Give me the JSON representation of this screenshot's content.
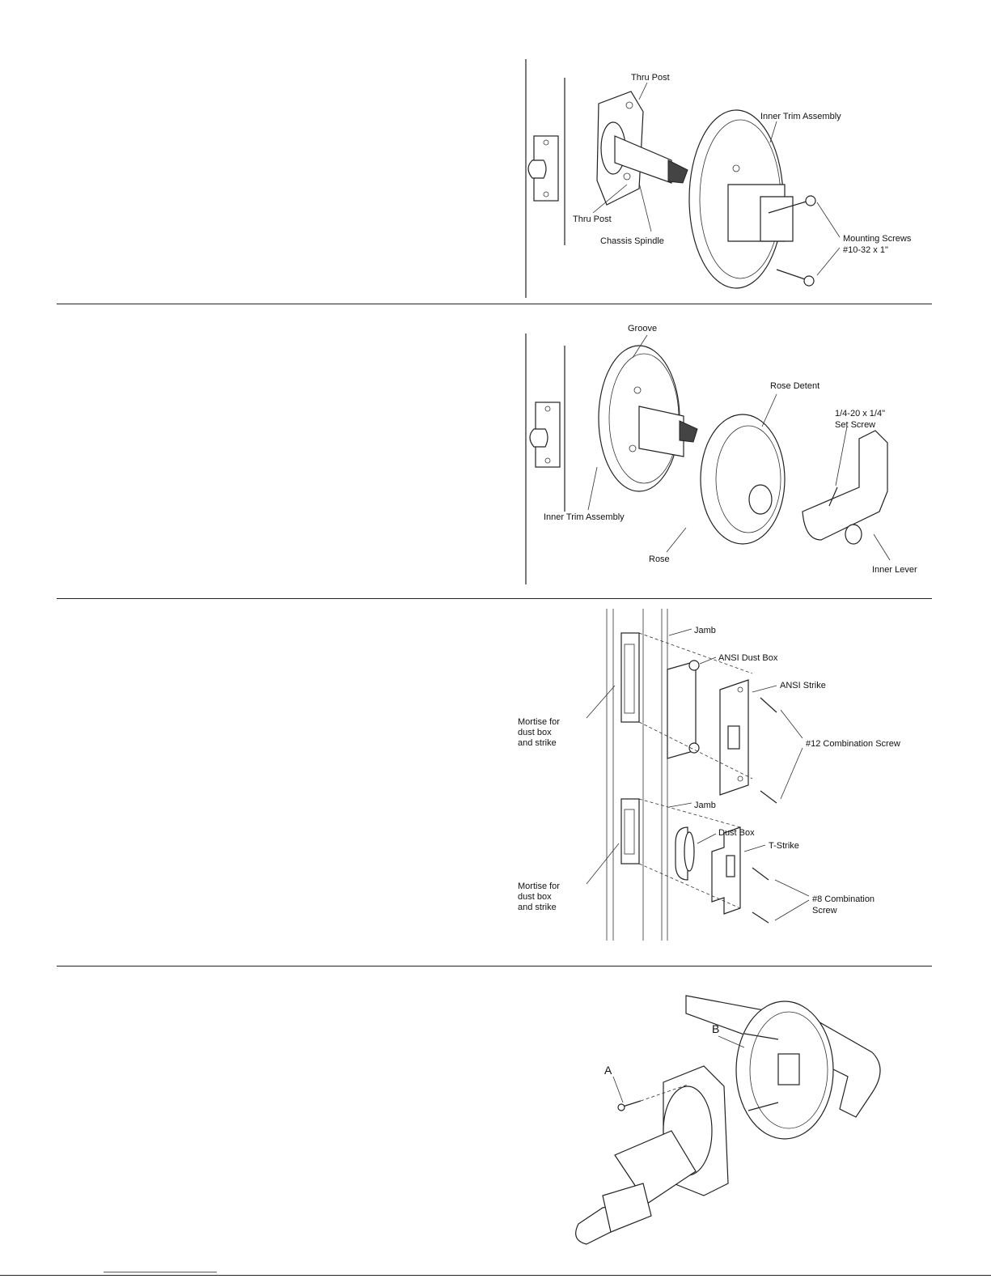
{
  "figure1": {
    "labels": {
      "thru_post_top": "Thru Post",
      "thru_post_bottom": "Thru Post",
      "chassis_spindle": "Chassis Spindle",
      "inner_trim_assembly": "Inner Trim Assembly",
      "mounting_screws_line1": "Mounting Screws",
      "mounting_screws_line2": "#10-32 x 1\""
    }
  },
  "figure2": {
    "labels": {
      "groove": "Groove",
      "rose_detent": "Rose Detent",
      "set_screw_line1": "1/4-20 x 1/4\"",
      "set_screw_line2": "Set Screw",
      "inner_trim_assembly": "Inner Trim Assembly",
      "rose": "Rose",
      "inner_lever": "Inner Lever"
    }
  },
  "figure3": {
    "labels": {
      "jamb_top": "Jamb",
      "ansi_dust_box": "ANSI Dust Box",
      "ansi_strike": "ANSI Strike",
      "combination_screw_12": "#12 Combination Screw",
      "mortise_top_line1": "Mortise for",
      "mortise_top_line2": "dust box",
      "mortise_top_line3": "and strike",
      "jamb_bottom": "Jamb",
      "dust_box": "Dust Box",
      "t_strike": "T-Strike",
      "combination_screw_8_line1": "#8 Combination",
      "combination_screw_8_line2": "Screw",
      "mortise_bottom_line1": "Mortise for",
      "mortise_bottom_line2": "dust box",
      "mortise_bottom_line3": "and strike"
    }
  },
  "figure4": {
    "labels": {
      "a": "A",
      "b": "B"
    }
  }
}
